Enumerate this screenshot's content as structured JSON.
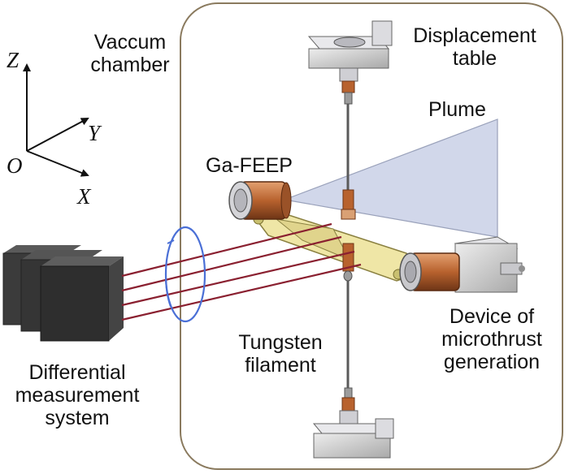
{
  "labels": {
    "vacuum_chamber_line1": "Vaccum",
    "vacuum_chamber_line2": "chamber",
    "displacement_table_line1": "Displacement",
    "displacement_table_line2": "table",
    "plume": "Plume",
    "ga_feep": "Ga-FEEP",
    "tungsten_line1": "Tungsten",
    "tungsten_line2": "filament",
    "device_line1": "Device of",
    "device_line2": "microthrust",
    "device_line3": "generation",
    "differential_line1": "Differential",
    "differential_line2": "measurement",
    "differential_line3": "system"
  },
  "axes": {
    "z": "Z",
    "y": "Y",
    "o": "O",
    "x": "X"
  },
  "colors": {
    "beam": "#8a2030",
    "lens": "#4a6fd6",
    "plume_fill": "#cdd3e8",
    "arm_fill": "#efe6a6",
    "thruster": "#b8622e",
    "filament": "#5a5a5a",
    "chamber_border": "#8a7a5e",
    "sensor_dark": "#3b3b3b"
  }
}
